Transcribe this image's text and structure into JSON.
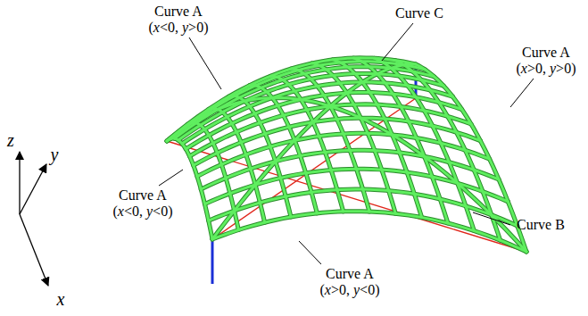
{
  "diagram": {
    "labels": [
      "Curve A",
      "(x<0, y>0)",
      "Curve C",
      "Curve A",
      "(x>0, y>0)",
      "Curve A",
      "(x<0, y<0)",
      "Curve B",
      "Curve A",
      "(x>0, y<0)",
      "z",
      "y",
      "x"
    ]
  }
}
